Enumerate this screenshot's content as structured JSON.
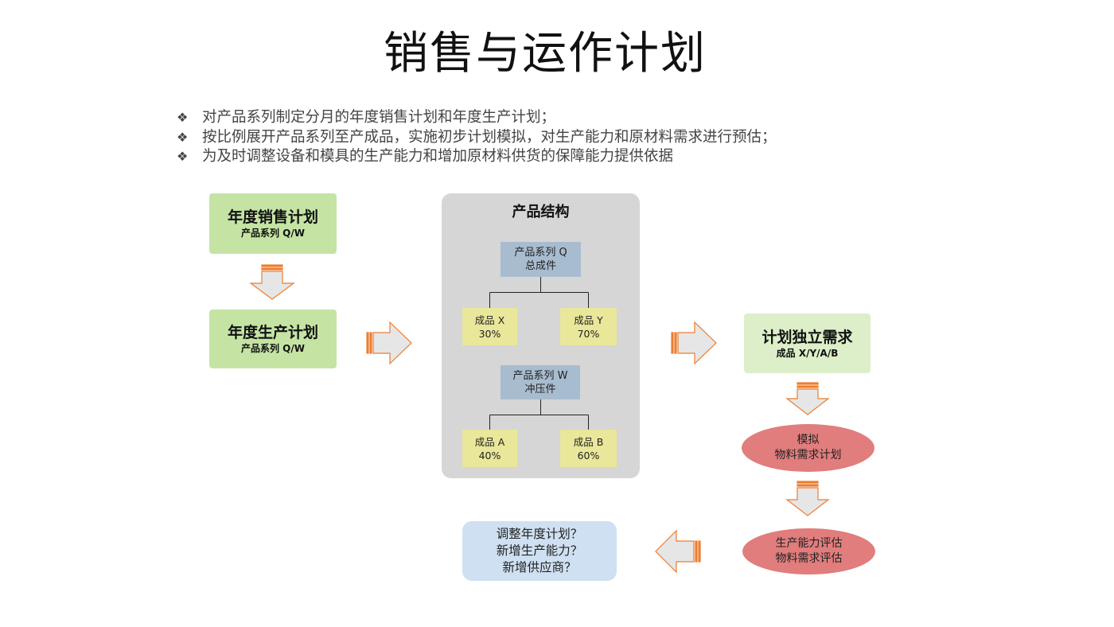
{
  "title": "销售与运作计划",
  "bullets": {
    "mark": "❖",
    "items": [
      "对产品系列制定分月的年度销售计划和年度生产计划；",
      "按比例展开产品系列至产成品，实施初步计划模拟，对生产能力和原材料需求进行预估；",
      "为及时调整设备和模具的生产能力和增加原材料供货的保障能力提供依据"
    ]
  },
  "sales_plan": {
    "title": "年度销售计划",
    "subtitle": "产品系列 Q/W"
  },
  "production_plan": {
    "title": "年度生产计划",
    "subtitle": "产品系列 Q/W"
  },
  "structure": {
    "title": "产品结构",
    "family_q": {
      "line1": "产品系列 Q",
      "line2": "总成件"
    },
    "product_x": {
      "name": "成品 X",
      "pct": "30%"
    },
    "product_y": {
      "name": "成品 Y",
      "pct": "70%"
    },
    "family_w": {
      "line1": "产品系列 W",
      "line2": "冲压件"
    },
    "product_a": {
      "name": "成品 A",
      "pct": "40%"
    },
    "product_b": {
      "name": "成品 B",
      "pct": "60%"
    }
  },
  "independent_demand": {
    "title": "计划独立需求",
    "subtitle": "成品 X/Y/A/B"
  },
  "simulation": {
    "line1": "模拟",
    "line2": "物料需求计划"
  },
  "evaluation": {
    "line1": "生产能力评估",
    "line2": "物料需求评估"
  },
  "adjustments": {
    "line1": "调整年度计划？",
    "line2": "新增生产能力？",
    "line3": "新增供应商？"
  },
  "colors": {
    "green": "#c5e4a4",
    "light_green": "#dcefc8",
    "panel_gray": "#d6d6d6",
    "blue": "#a8bccf",
    "yellow": "#e9e79a",
    "red_ellipse": "#e17d7d",
    "light_blue": "#cfe0f2",
    "arrow_outline": "#ed7d31",
    "arrow_fill": "#e6e6e6"
  }
}
